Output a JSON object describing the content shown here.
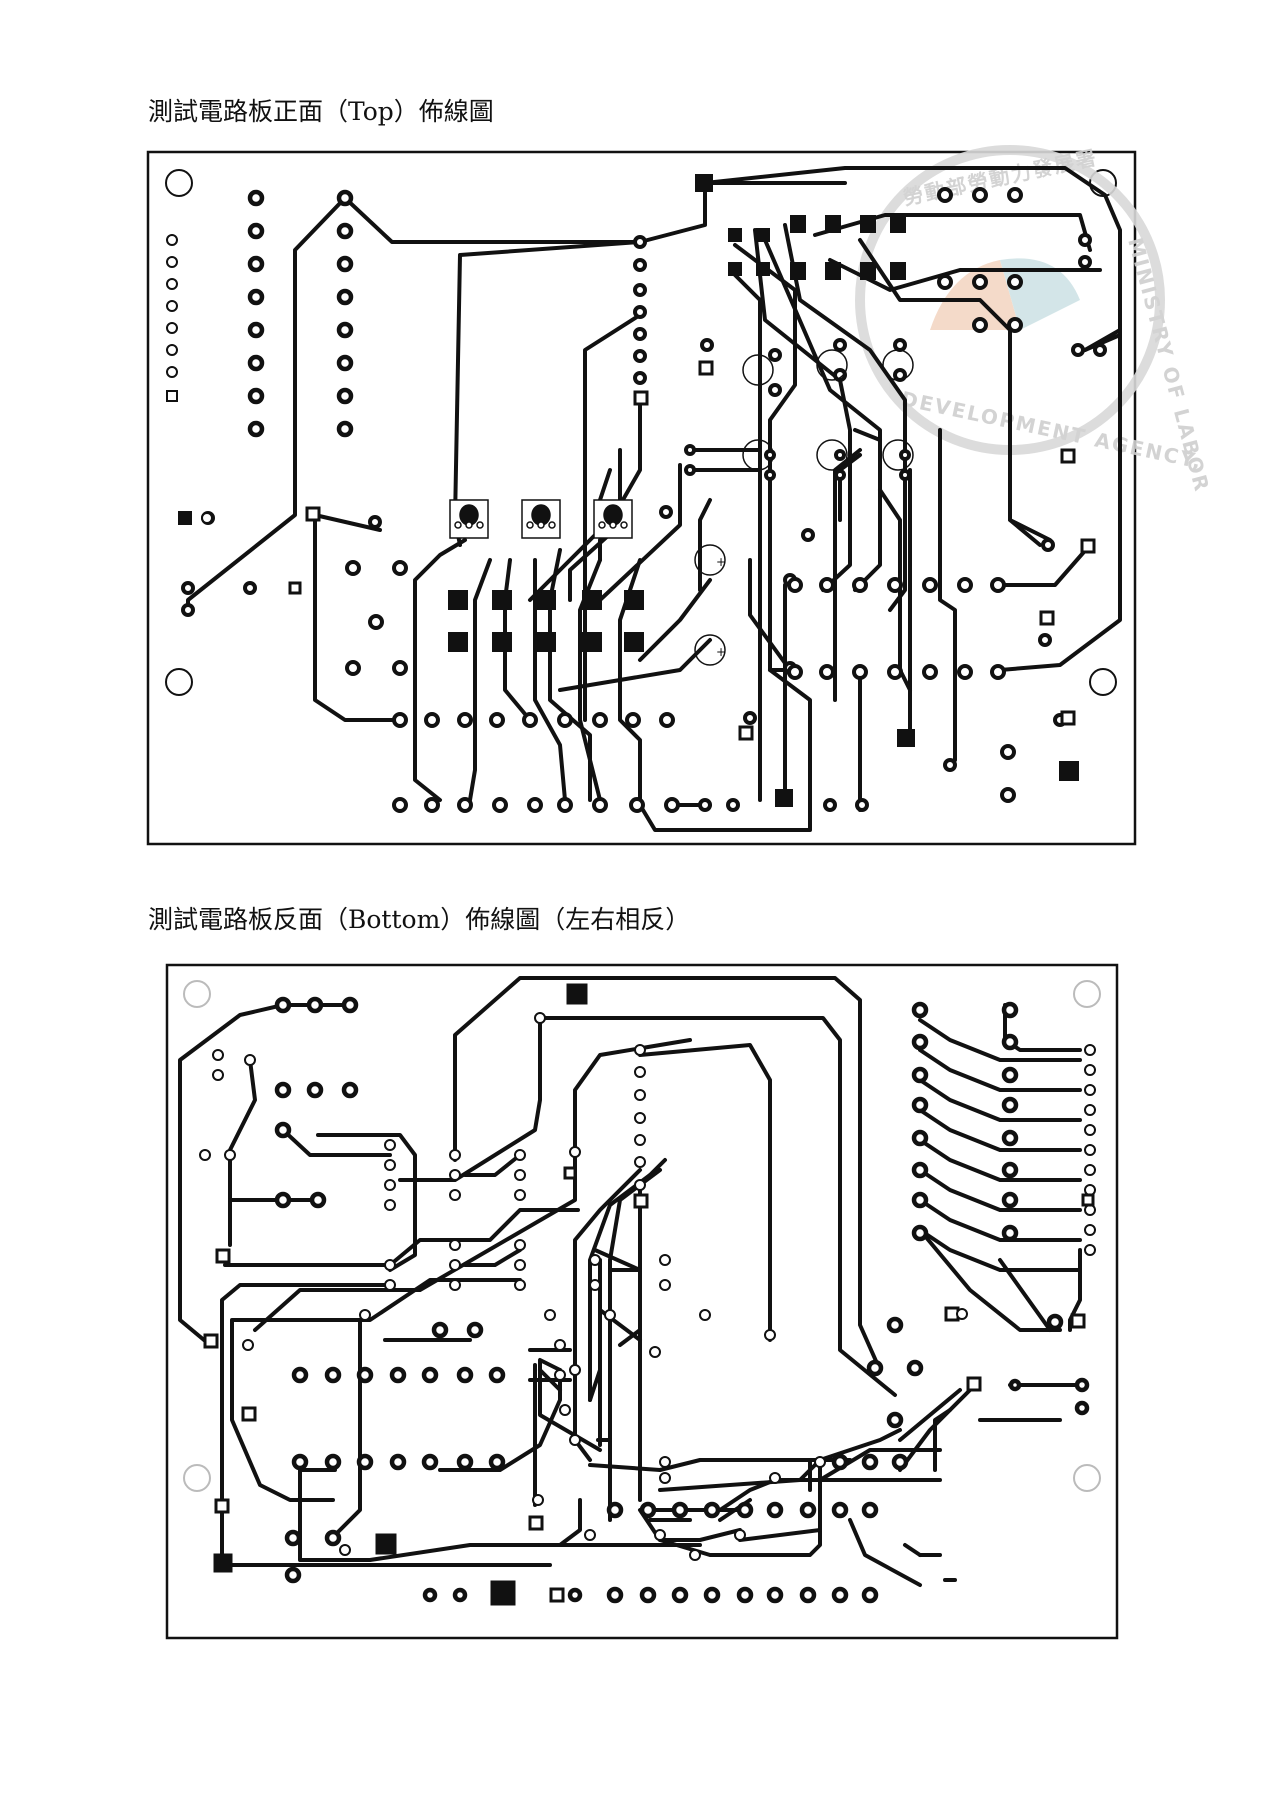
{
  "captions": {
    "top": "測試電路板正面（Top）佈線圖",
    "bottom": "測試電路板反面（Bottom）佈線圖（左右相反）"
  },
  "colors": {
    "trace": "#111111",
    "background": "#ffffff",
    "watermark": "#d0d0d0"
  },
  "watermark": {
    "text_top": "勞動部勞動力發展署",
    "text_side": "MINISTRY OF LABOR",
    "text_bottom": "DEVELOPMENT AGENCY,"
  }
}
